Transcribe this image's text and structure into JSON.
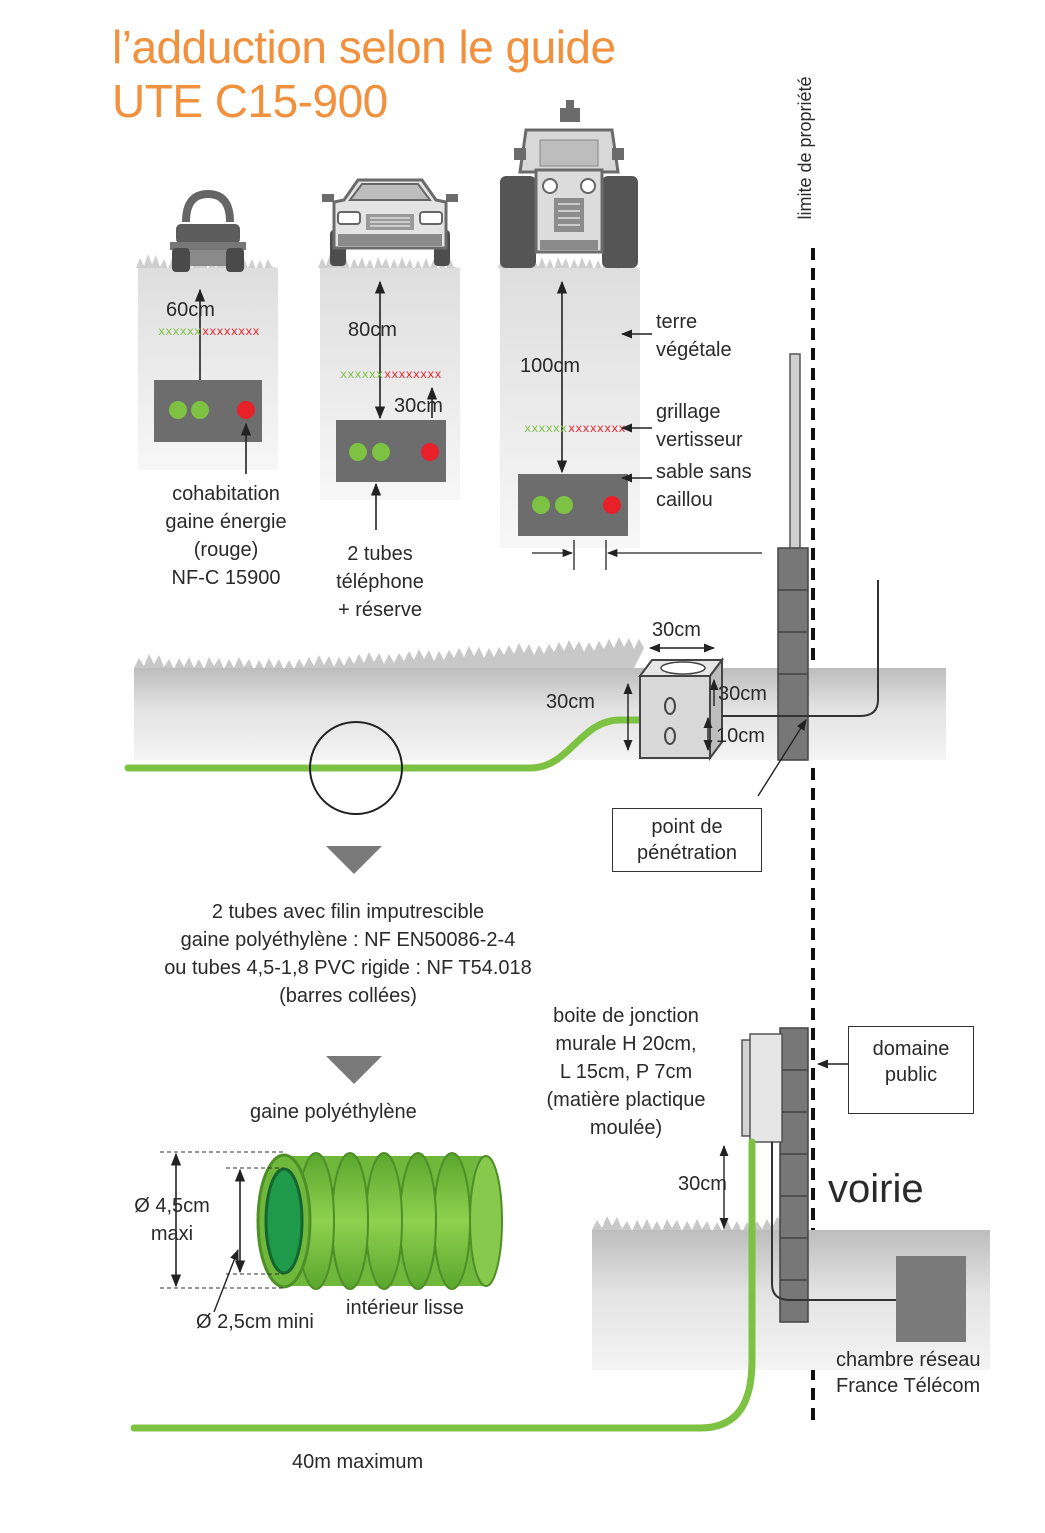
{
  "title": {
    "line1": "l’adduction selon le guide",
    "line2": "UTE C15-900"
  },
  "labels": {
    "property_limit": "limite de propriété",
    "depth_60": "60cm",
    "depth_80": "80cm",
    "depth_30_spacing": "30cm",
    "depth_100": "100cm",
    "topsoil": [
      "terre",
      "végétale"
    ],
    "warning_mesh": [
      "grillage",
      "vertisseur"
    ],
    "sand": [
      "sable sans",
      "caillou"
    ],
    "cohabitation": [
      "cohabitation",
      "gaine énergie",
      "(rouge)",
      "NF-C 15900"
    ],
    "two_tubes": [
      "2 tubes",
      "téléphone",
      "+ réserve"
    ],
    "box_width": "30cm",
    "box_height": "30cm",
    "box_side_30": "30cm",
    "box_side_10": "10cm",
    "penetration_point": [
      "point de",
      "pénétration"
    ],
    "tube_spec": [
      "2 tubes avec filin imputrescible",
      "gaine polyéthylène : NF EN50086-2-4",
      "ou tubes 4,5-1,8 PVC rigide : NF T54.018",
      "(barres collées)"
    ],
    "junction_box": [
      "boite de jonction",
      "murale H 20cm,",
      "L 15cm, P 7cm",
      "(matière plactique",
      "moulée)"
    ],
    "public_domain": [
      "domaine",
      "public"
    ],
    "sheath": "gaine polyéthylène",
    "outer_diameter": [
      "Ø 4,5cm",
      "maxi"
    ],
    "inner_diameter": "Ø 2,5cm mini",
    "smooth_inside": "intérieur lisse",
    "height_30": "30cm",
    "road": "voirie",
    "network_chamber": [
      "chambre réseau",
      "France Télécom"
    ],
    "max_length": "40m maximum"
  },
  "icons": [
    "lawn-mower-icon",
    "car-icon",
    "tractor-icon",
    "green-conduit-icon",
    "red-conduit-icon",
    "down-arrow-icon"
  ],
  "colors": {
    "title": "#f2913d",
    "conduit_green": "#7dc242",
    "energy_red": "#e8202a",
    "soil_grey": "#d6d6d6",
    "box_grey": "#6b6b6b"
  }
}
